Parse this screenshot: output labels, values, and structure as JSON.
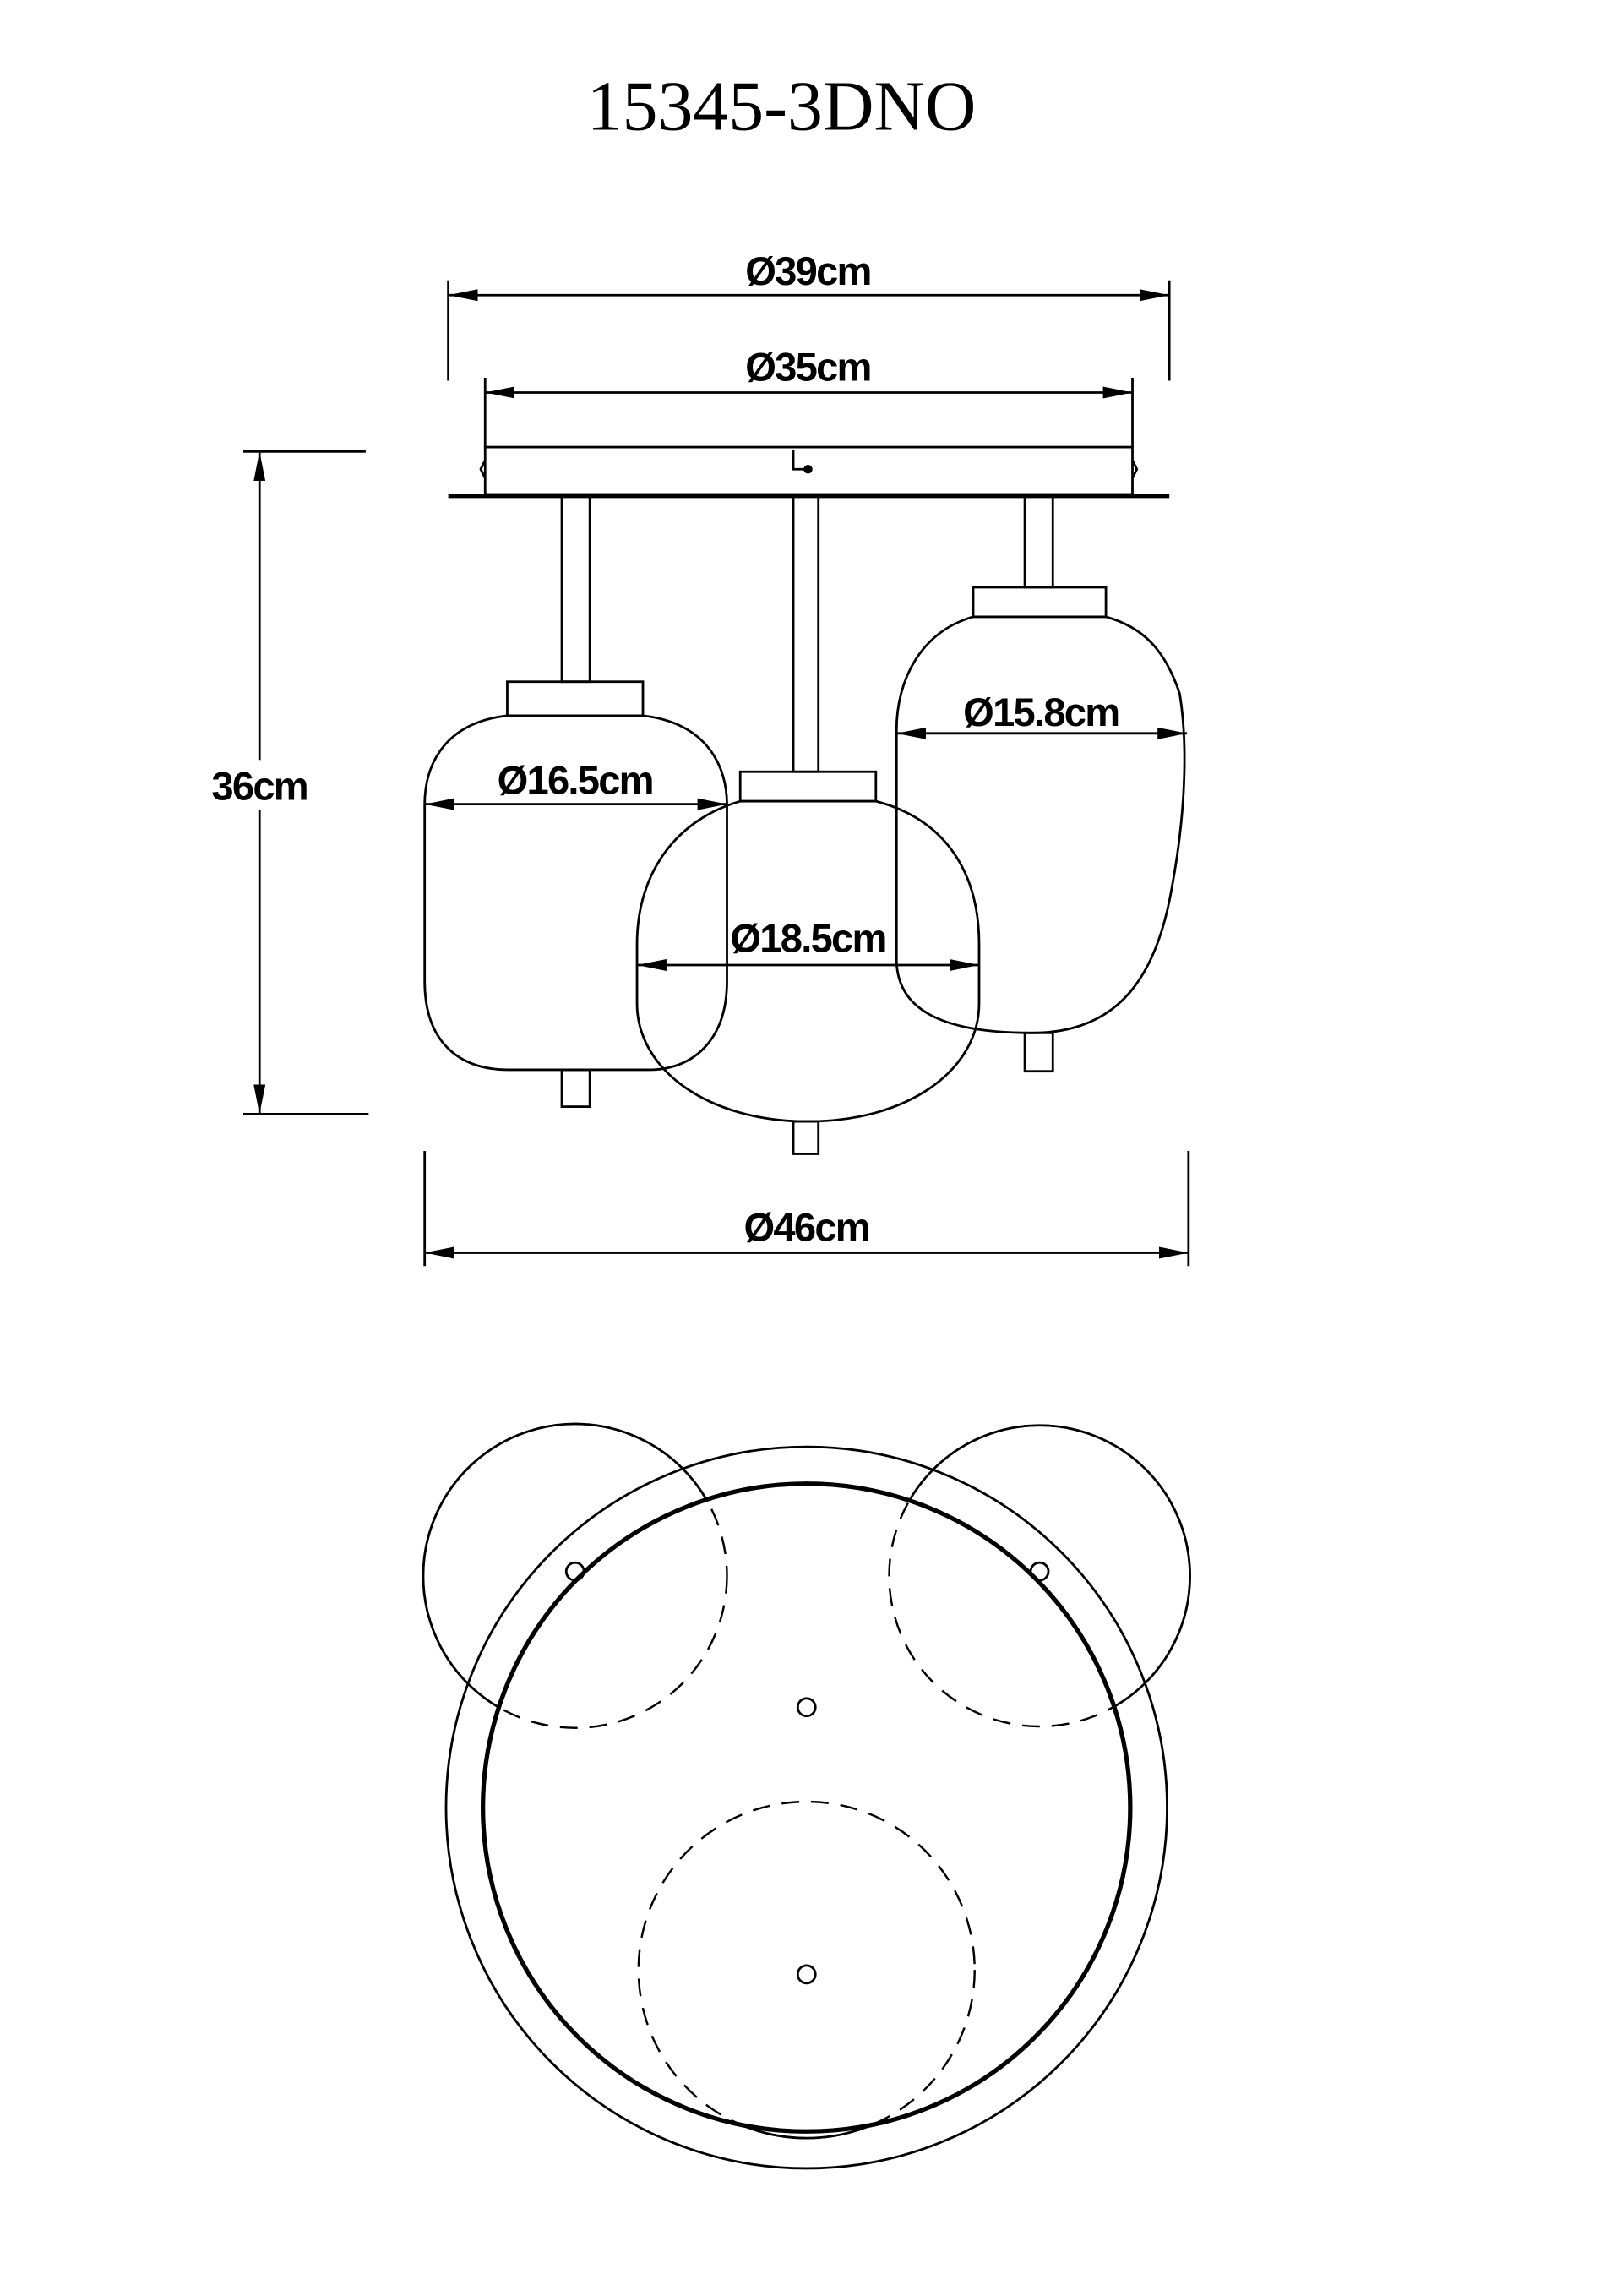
{
  "title": "15345-3DNO",
  "dimensions": {
    "canopy_outer": "Ø39cm",
    "canopy_inner": "Ø35cm",
    "height": "36cm",
    "shade_left": "Ø16.5cm",
    "shade_middle": "Ø18.5cm",
    "shade_right": "Ø15.8cm",
    "overall_width": "Ø46cm"
  },
  "colors": {
    "line": "#000000",
    "background": "#ffffff"
  }
}
